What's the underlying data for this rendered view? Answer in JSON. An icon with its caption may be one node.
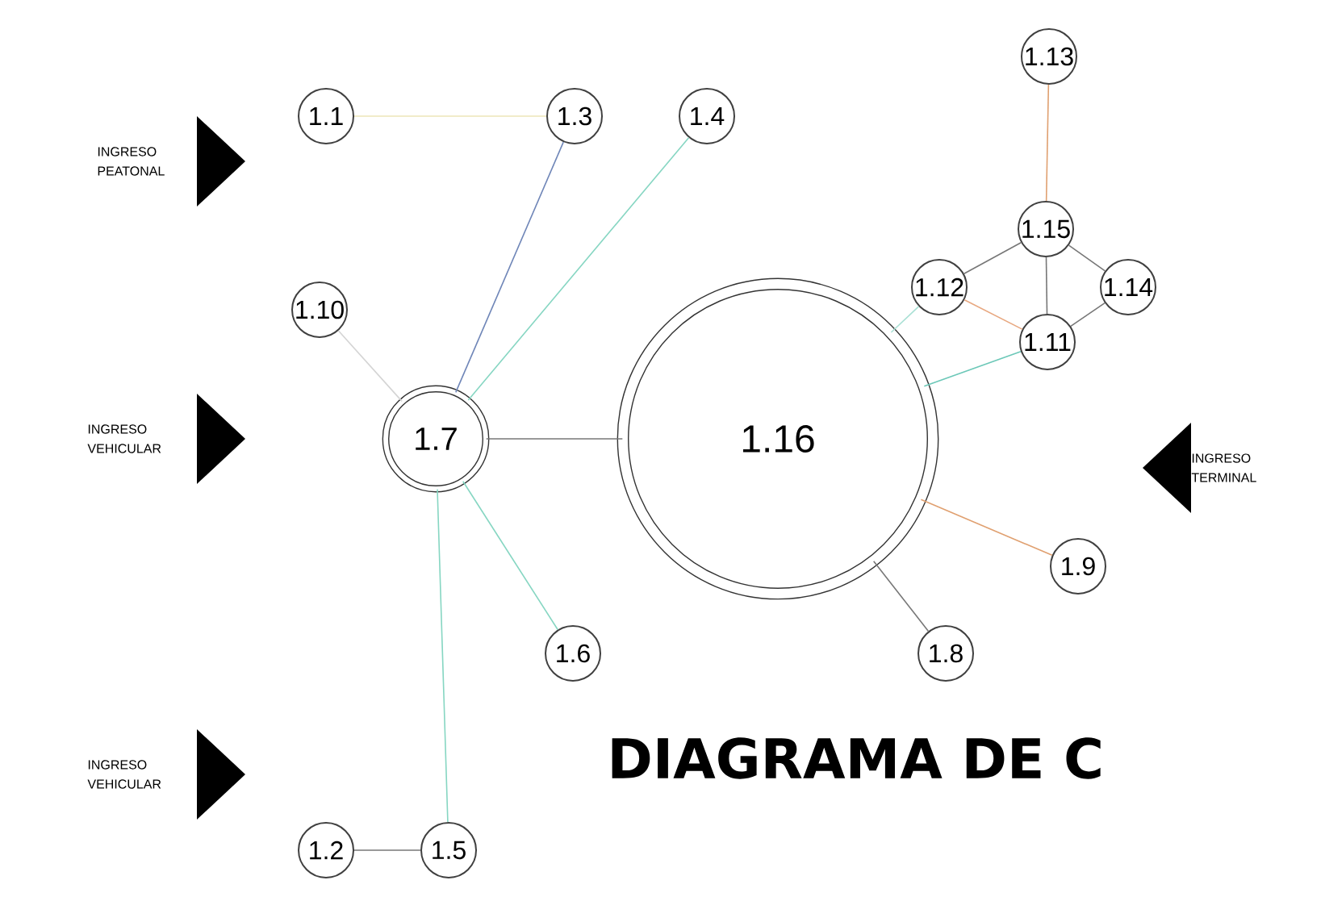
{
  "diagram": {
    "title": "DIAGRAMA DE C",
    "nodes": [
      {
        "text": [
          "1.13"
        ]
      },
      {
        "text": [
          "1.1"
        ]
      },
      {
        "text": [
          "1.3"
        ]
      },
      {
        "text": [
          "1.4"
        ]
      },
      {
        "text": [
          "1.15"
        ]
      },
      {
        "text": [
          "1.12"
        ]
      },
      {
        "text": [
          "1.14"
        ]
      },
      {
        "text": [
          "1.10"
        ]
      },
      {
        "text": [
          "1.11"
        ]
      },
      {
        "text": [
          "1.7"
        ]
      },
      {
        "text": [
          "1.16"
        ]
      },
      {
        "text": [
          "1.9"
        ]
      },
      {
        "text": [
          "1.6"
        ]
      },
      {
        "text": [
          "1.8"
        ]
      },
      {
        "text": [
          "1.2"
        ]
      },
      {
        "text": [
          "1.5"
        ]
      }
    ],
    "edges": [
      {
        "from": 1,
        "to": 2,
        "arrow": "none",
        "color": "#ece6b8"
      },
      {
        "from": 2,
        "to": 9,
        "arrow": "none",
        "color": "#6f86b8"
      },
      {
        "from": 3,
        "to": 9,
        "arrow": "none",
        "color": "#86d6c2"
      },
      {
        "from": 7,
        "to": 9,
        "arrow": "none",
        "color": "#d4d4d4"
      },
      {
        "from": 9,
        "to": 10,
        "arrow": "none"
      },
      {
        "from": 9,
        "to": 12,
        "arrow": "none",
        "color": "#86d6c2"
      },
      {
        "from": 9,
        "to": 15,
        "arrow": "none",
        "color": "#86d6c2"
      },
      {
        "from": 14,
        "to": 15,
        "arrow": "none"
      },
      {
        "from": 10,
        "to": 5,
        "arrow": "none",
        "color": "#a8e0d4"
      },
      {
        "from": 10,
        "to": 8,
        "arrow": "none",
        "color": "#6cc8b8"
      },
      {
        "from": 0,
        "to": 4,
        "arrow": "none",
        "color": "#e0a070"
      },
      {
        "from": 4,
        "to": 5,
        "arrow": "none"
      },
      {
        "from": 4,
        "to": 6,
        "arrow": "none"
      },
      {
        "from": 4,
        "to": 8,
        "arrow": "none"
      },
      {
        "from": 5,
        "to": 8,
        "arrow": "none",
        "color": "#e8a880"
      },
      {
        "from": 8,
        "to": 6,
        "arrow": "none"
      },
      {
        "from": 10,
        "to": 11,
        "arrow": "none",
        "color": "#e0a070"
      },
      {
        "from": 10,
        "to": 13,
        "arrow": "none"
      }
    ],
    "labels": [
      "INGRESO PEATONAL",
      "INGRESO VEHICULAR",
      "INGRESO TERMINAL",
      "INGRESO VEHICULAR"
    ]
  }
}
